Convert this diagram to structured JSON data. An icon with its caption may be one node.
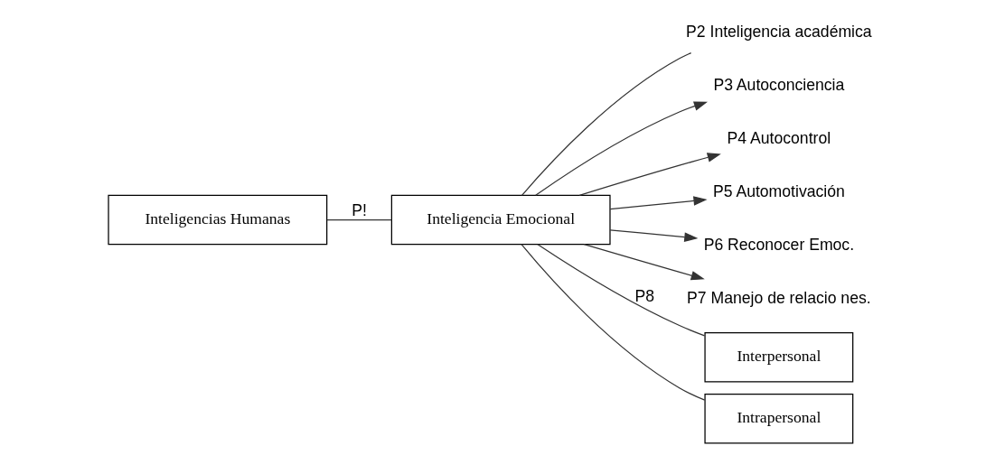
{
  "diagram": {
    "nodes": [
      {
        "text": [
          "Inteligencias Humanas"
        ]
      },
      {
        "text": [
          "Inteligencia Emocional"
        ]
      },
      {
        "text": [
          "P2 Inteligencia académica"
        ]
      },
      {
        "text": [
          "P3 Autoconciencia"
        ]
      },
      {
        "text": [
          "P4 Autocontrol"
        ]
      },
      {
        "text": [
          "P5 Automotivación"
        ]
      },
      {
        "text": [
          "P6 Reconocer Emoc."
        ]
      },
      {
        "text": [
          "P7 Manejo de relacio nes."
        ]
      },
      {
        "text": [
          "Interpersonal"
        ]
      },
      {
        "text": [
          "Intrapersonal"
        ]
      }
    ],
    "edges": [
      {
        "from": 0,
        "to": 1,
        "arrow": "none",
        "label": "P!"
      },
      {
        "from": 1,
        "to": 2,
        "arrow": "none"
      },
      {
        "from": 1,
        "to": 3,
        "arrow": "to"
      },
      {
        "from": 1,
        "to": 4,
        "arrow": "to"
      },
      {
        "from": 1,
        "to": 5,
        "arrow": "to"
      },
      {
        "from": 1,
        "to": 6,
        "arrow": "to"
      },
      {
        "from": 1,
        "to": 7,
        "arrow": "to"
      },
      {
        "from": 1,
        "to": 8,
        "arrow": "none",
        "label": "P8"
      },
      {
        "from": 1,
        "to": 9,
        "arrow": "none"
      }
    ]
  }
}
